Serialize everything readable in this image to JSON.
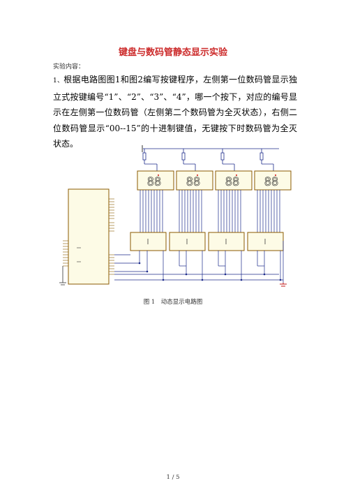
{
  "doc": {
    "title": "键盘与数码管静态显示实验",
    "subtitle": "实验内容：",
    "item_number": "1、",
    "paragraph": "根据电路图图1和图2编写按键程序，左侧第一位数码管显示独立式按键编号“1”、“2”、“3”、“4”，哪一个按下，对应的编号显示在左侧第一位数码管（左侧第二个数码管为全灭状态），右侧二位数码管显示“00--15”的十进制键值，无键按下时数码管为全灭状态。",
    "figure_caption": "图 1　动态显示电路图",
    "page_number": "1 / 5"
  },
  "figure": {
    "digit_text": "88",
    "latch_label": "1"
  }
}
